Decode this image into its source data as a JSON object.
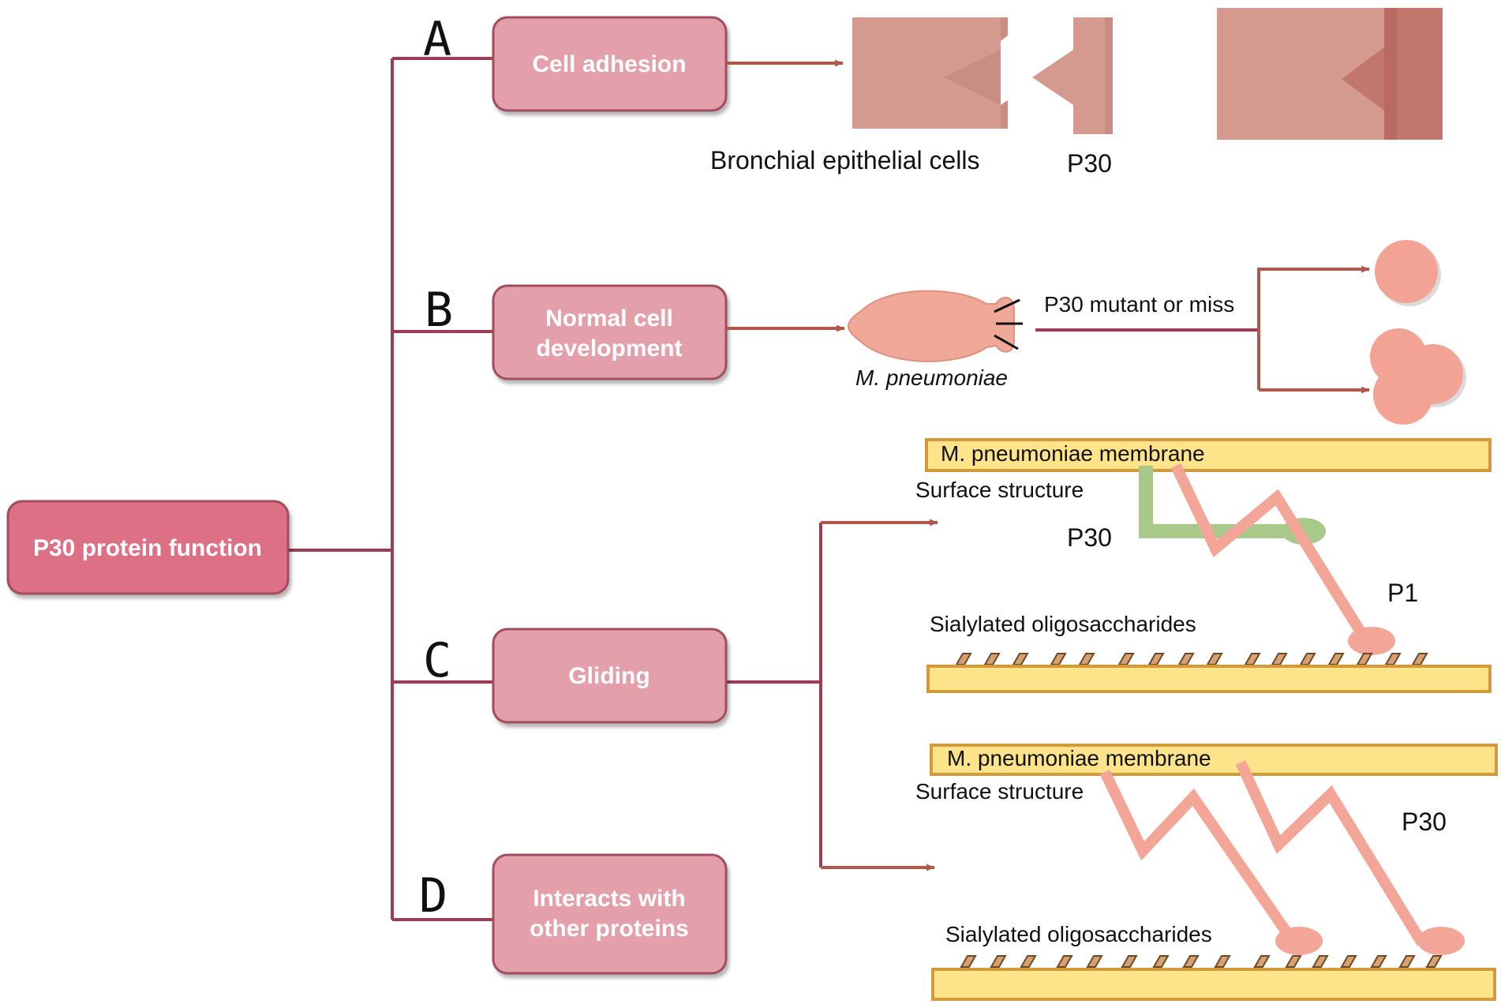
{
  "root": {
    "label": "P30 protein function"
  },
  "branches": [
    {
      "letter": "A",
      "label_lines": [
        "Cell adhesion"
      ]
    },
    {
      "letter": "B",
      "label_lines": [
        "Normal cell",
        "development"
      ]
    },
    {
      "letter": "C",
      "label_lines": [
        "Gliding"
      ]
    },
    {
      "letter": "D",
      "label_lines": [
        "Interacts with",
        "other proteins"
      ]
    }
  ],
  "panel_a": {
    "cells_label": "Bronchial epithelial cells",
    "p30_label": "P30"
  },
  "panel_b": {
    "organism_label": "M. pneumoniae",
    "mutant_label": "P30 mutant or miss"
  },
  "panel_c": {
    "membrane_label": "M. pneumoniae membrane",
    "surface_label": "Surface structure",
    "p30_label": "P30",
    "p1_label": "P1",
    "oligo_label": "Sialylated oligosaccharides"
  },
  "panel_d": {
    "membrane_label": "M. pneumoniae membrane",
    "surface_label": "Surface structure",
    "p30_label": "P30",
    "oligo_label": "Sialylated oligosaccharides"
  },
  "colors": {
    "root_fill": "#de6f86",
    "branch_fill": "#e4a0aa",
    "box_border": "#a24d5f",
    "connector": "#9b3d55",
    "arrow": "#b0584a",
    "cell_fill": "#d49a90",
    "membrane_fill": "#fde38a",
    "membrane_border": "#d29a3a",
    "protein_pink": "#f3a597",
    "protein_green": "#a9c98a"
  }
}
